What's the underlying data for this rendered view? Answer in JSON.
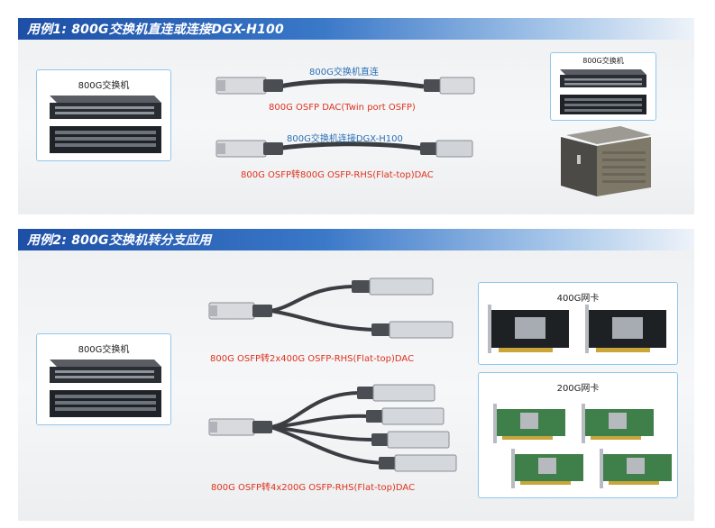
{
  "case1": {
    "banner": "用例1: 800G交换机直连或连接DGX-H100",
    "switch_label": "800G交换机",
    "cable1_top": "800G交换机直连",
    "cable1_bottom": "800G OSFP DAC(Twin port OSFP)",
    "cable2_top": "800G交换机连接DGX-H100",
    "cable2_bottom": "800G OSFP转800G OSFP-RHS(Flat-top)DAC",
    "right_switch_label": "800G交换机"
  },
  "case2": {
    "banner": "用例2: 800G交换机转分支应用",
    "switch_label": "800G交换机",
    "cable1_bottom": "800G OSFP转2x400G OSFP-RHS(Flat-top)DAC",
    "cable2_bottom": "800G OSFP转4x200G OSFP-RHS(Flat-top)DAC",
    "nic400_label": "400G网卡",
    "nic200_label": "200G网卡"
  },
  "colors": {
    "banner_start": "#1d4fa6",
    "card_border": "#8fc7ec",
    "label_blue": "#2b6fb6",
    "label_red": "#e0321e"
  }
}
